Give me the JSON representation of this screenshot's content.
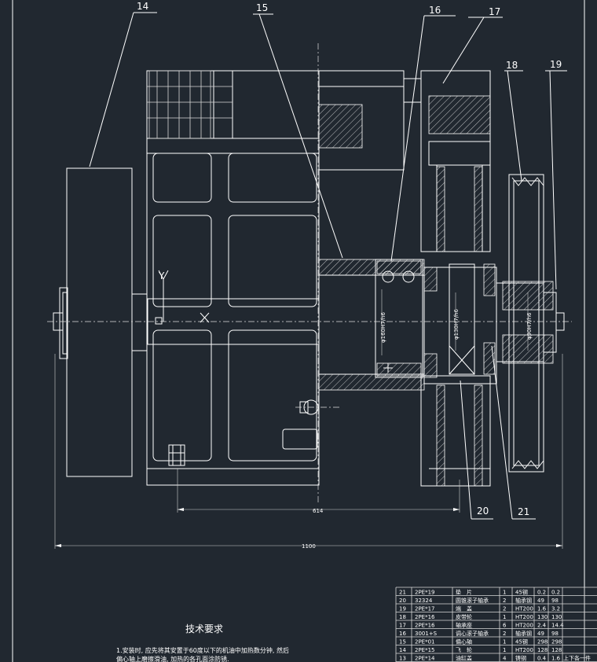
{
  "labels": {
    "l14": "14",
    "l15": "15",
    "l16": "16",
    "l17": "17",
    "l18": "18",
    "l19": "19",
    "l20": "20",
    "l21": "21"
  },
  "dimensions": {
    "d614": "614",
    "d1100": "1100",
    "dia_bearing_left": "φ160H7/h6",
    "dia_bearing_mid": "φ130H7/h6",
    "dia_pulley": "φ90H7/h6",
    "axis_y": "Y"
  },
  "notes": {
    "title": "技术要求",
    "line1": "1.安装时, 应先将其安置于60度以下的机油中加热数分钟, 然后",
    "line2": "偏心轴上磨擦滑油, 加热的各孔面涂防锈."
  },
  "parts_table": {
    "rows": [
      {
        "no": "21",
        "code": "2PE*19",
        "name": "垫　片",
        "qty": "1",
        "mat": "45钢",
        "w1": "0.2",
        "w2": "0.2"
      },
      {
        "no": "20",
        "code": "32324",
        "name": "圆锥滚子轴承",
        "qty": "2",
        "mat": "轴承钢",
        "w1": "49",
        "w2": "98"
      },
      {
        "no": "19",
        "code": "2PE*17",
        "name": "端　盖",
        "qty": "2",
        "mat": "HT200",
        "w1": "1.6",
        "w2": "3.2"
      },
      {
        "no": "18",
        "code": "2PE*16",
        "name": "皮带轮",
        "qty": "1",
        "mat": "HT200",
        "w1": "130",
        "w2": "130"
      },
      {
        "no": "17",
        "code": "2PE*16",
        "name": "轴承座",
        "qty": "6",
        "mat": "HT200",
        "w1": "2.4",
        "w2": "14.4"
      },
      {
        "no": "16",
        "code": "3001+S",
        "name": "调心滚子轴承",
        "qty": "2",
        "mat": "轴承钢",
        "w1": "49",
        "w2": "98"
      },
      {
        "no": "15",
        "code": "2PE*01",
        "name": "偏心轴",
        "qty": "1",
        "mat": "45钢",
        "w1": "298",
        "w2": "298"
      },
      {
        "no": "14",
        "code": "2PE*15",
        "name": "飞　轮",
        "qty": "1",
        "mat": "HT200",
        "w1": "128",
        "w2": "128"
      },
      {
        "no": "13",
        "code": "2PE*14",
        "name": "油缸盖",
        "qty": "4",
        "mat": "铸钢",
        "w1": "0.4",
        "w2": "1.6"
      }
    ],
    "corner_note": "上下各一件"
  }
}
